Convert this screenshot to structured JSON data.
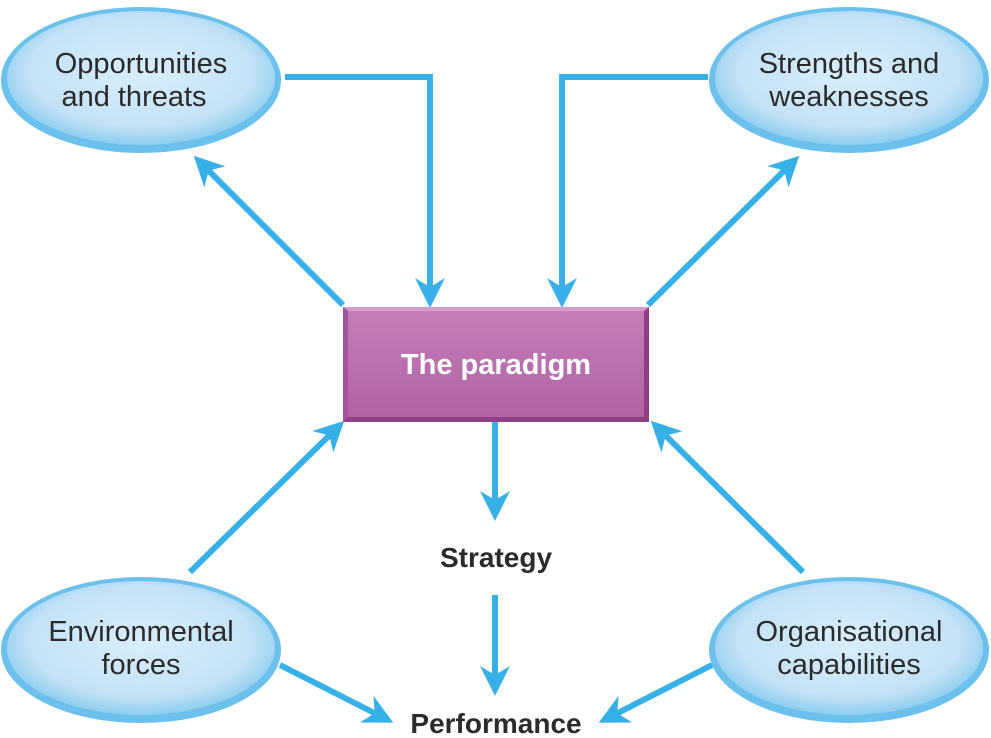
{
  "nodes": {
    "opportunities": {
      "line1": "Opportunities",
      "line2": "and threats"
    },
    "strengths": {
      "line1": "Strengths and",
      "line2": "weaknesses"
    },
    "environmental": {
      "line1": "Environmental",
      "line2": "forces"
    },
    "organisational": {
      "line1": "Organisational",
      "line2": "capabilities"
    },
    "paradigm": {
      "label": "The paradigm"
    },
    "strategy": {
      "label": "Strategy"
    },
    "performance": {
      "label": "Performance"
    }
  },
  "colors": {
    "arrow": "#36b0e6",
    "ellipse_fill": "#c6e3f6",
    "ellipse_rim": "#7cc8ee",
    "paradigm_fill": "#b86aad"
  }
}
